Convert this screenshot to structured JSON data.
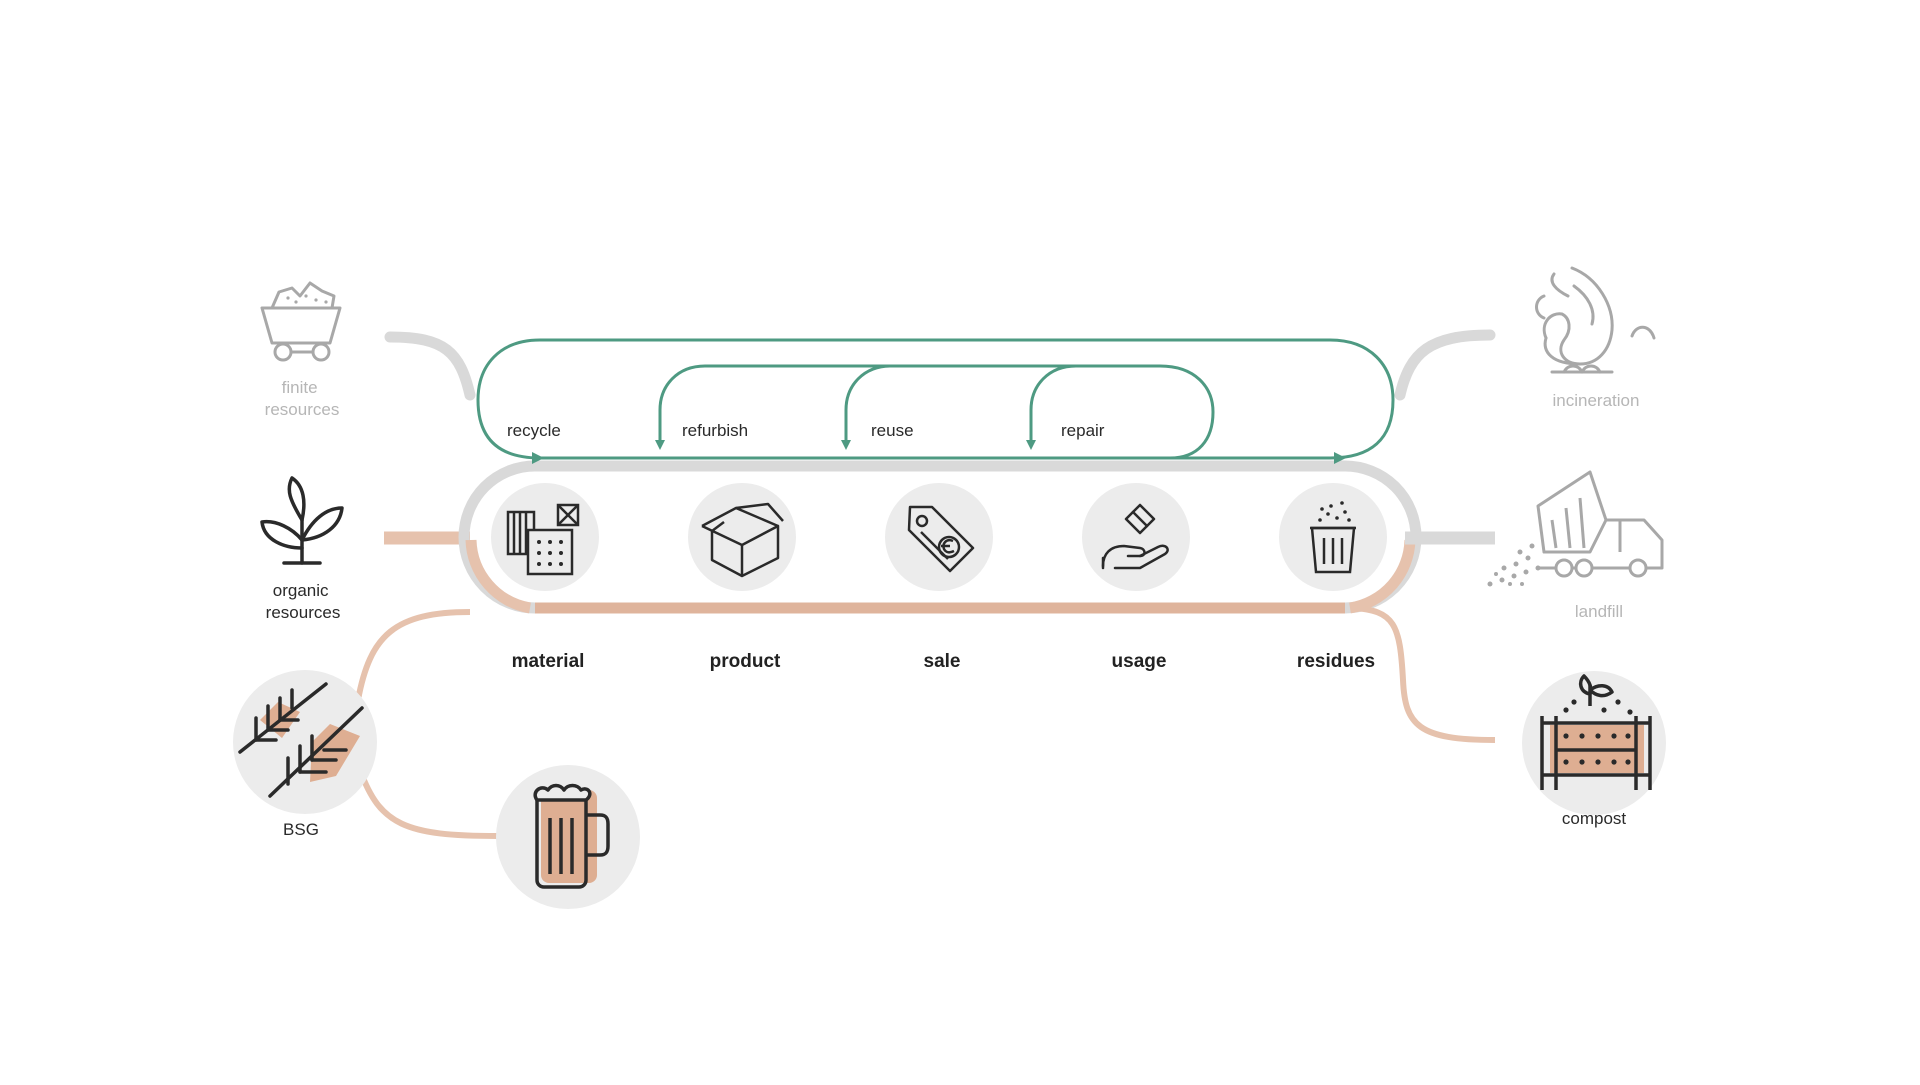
{
  "colors": {
    "loop_green": "#4e9a82",
    "finite_gray": "#d9d9d9",
    "organic_peach": "#e6c2ad",
    "organic_peach_dark": "#dfb49c",
    "circle_bg": "#ececec",
    "icon_dark": "#2a2a2a",
    "icon_gray": "#a8a8a8",
    "fill_peach": "#deae92"
  },
  "inputs": {
    "finite": "finite\nresources",
    "organic": "organic\nresources",
    "bsg": "BSG"
  },
  "outputs": {
    "incineration": "incineration",
    "landfill": "landfill",
    "compost": "compost"
  },
  "loops": {
    "recycle": "recycle",
    "refurbish": "refurbish",
    "reuse": "reuse",
    "repair": "repair"
  },
  "stages": [
    "material",
    "product",
    "sale",
    "usage",
    "residues"
  ],
  "icons": {
    "finite": "mine-cart-icon",
    "organic": "plant-sprout-icon",
    "bsg": "barley-grain-icon",
    "beer": "beer-mug-icon",
    "material": "material-samples-icon",
    "product": "open-box-icon",
    "sale": "euro-price-tag-icon",
    "usage": "hand-holding-item-icon",
    "residues": "trash-bin-icon",
    "incineration": "fire-icon",
    "landfill": "dump-truck-icon",
    "compost": "compost-bed-icon"
  }
}
